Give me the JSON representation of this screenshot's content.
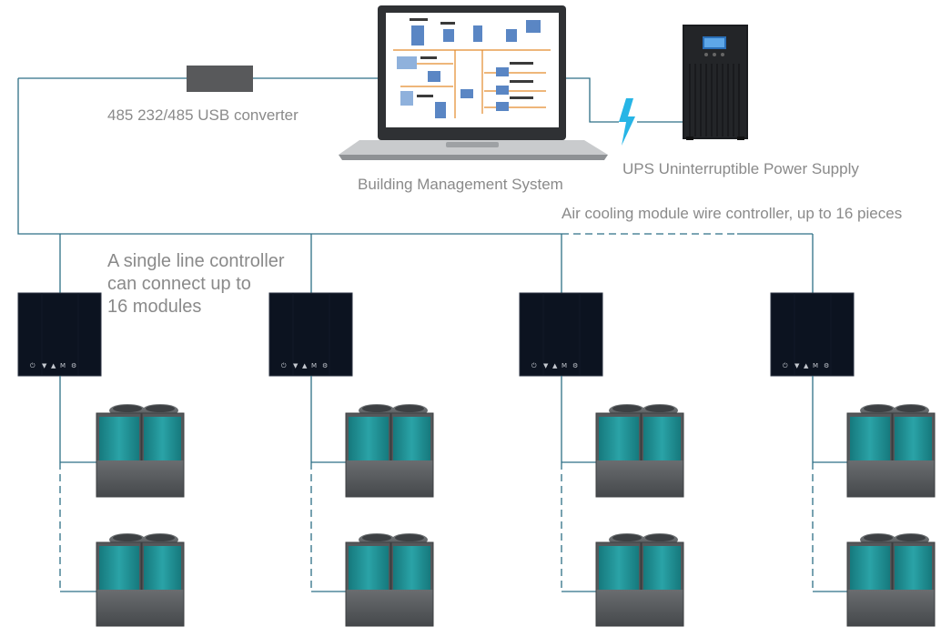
{
  "labels": {
    "converter": "485 232/485 USB converter",
    "bms": "Building Management System",
    "ups": "UPS Uninterruptible Power Supply",
    "wire_controller": "Air cooling module wire controller, up to 16 pieces",
    "single_line_1": "A single line controller",
    "single_line_2": "can connect up to",
    "single_line_3": "16 modules"
  },
  "controller_buttons": [
    "⏻",
    "▼",
    "▲",
    "M",
    "⚙"
  ],
  "colors": {
    "line": "#2e6f86",
    "controller_body": "#0c1320",
    "module_teal": "#1f8f93",
    "module_grey": "#5a5d60",
    "text": "#8a8a8a",
    "bolt": "#27b5e6"
  }
}
